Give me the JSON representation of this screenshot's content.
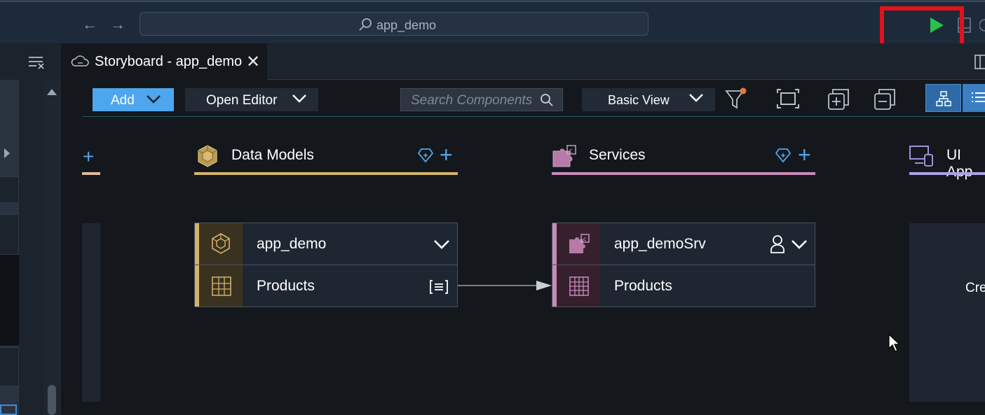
{
  "titlebar": {
    "search_text": "app_demo"
  },
  "tab": {
    "label": "Storyboard - app_demo",
    "close": "✕"
  },
  "toolbar": {
    "add_label": "Add",
    "open_editor_label": "Open Editor",
    "search_placeholder": "Search Components",
    "view_label": "Basic View"
  },
  "columns": {
    "data_models": {
      "title": "Data Models",
      "color": "#d4b46a"
    },
    "services": {
      "title": "Services",
      "color": "#c98bb9"
    },
    "ui_apps": {
      "title": "UI App",
      "color": "#a9a2e8"
    }
  },
  "data_model_card": {
    "header": "app_demo",
    "entity": "Products"
  },
  "service_card": {
    "header": "app_demoSrv",
    "entity": "Products"
  },
  "ui_card": {
    "text": "Cre"
  },
  "colors": {
    "accent": "#4da6ee",
    "run": "#27c24c",
    "highlight": "#e0141b",
    "filter_badge": "#e8773a"
  }
}
